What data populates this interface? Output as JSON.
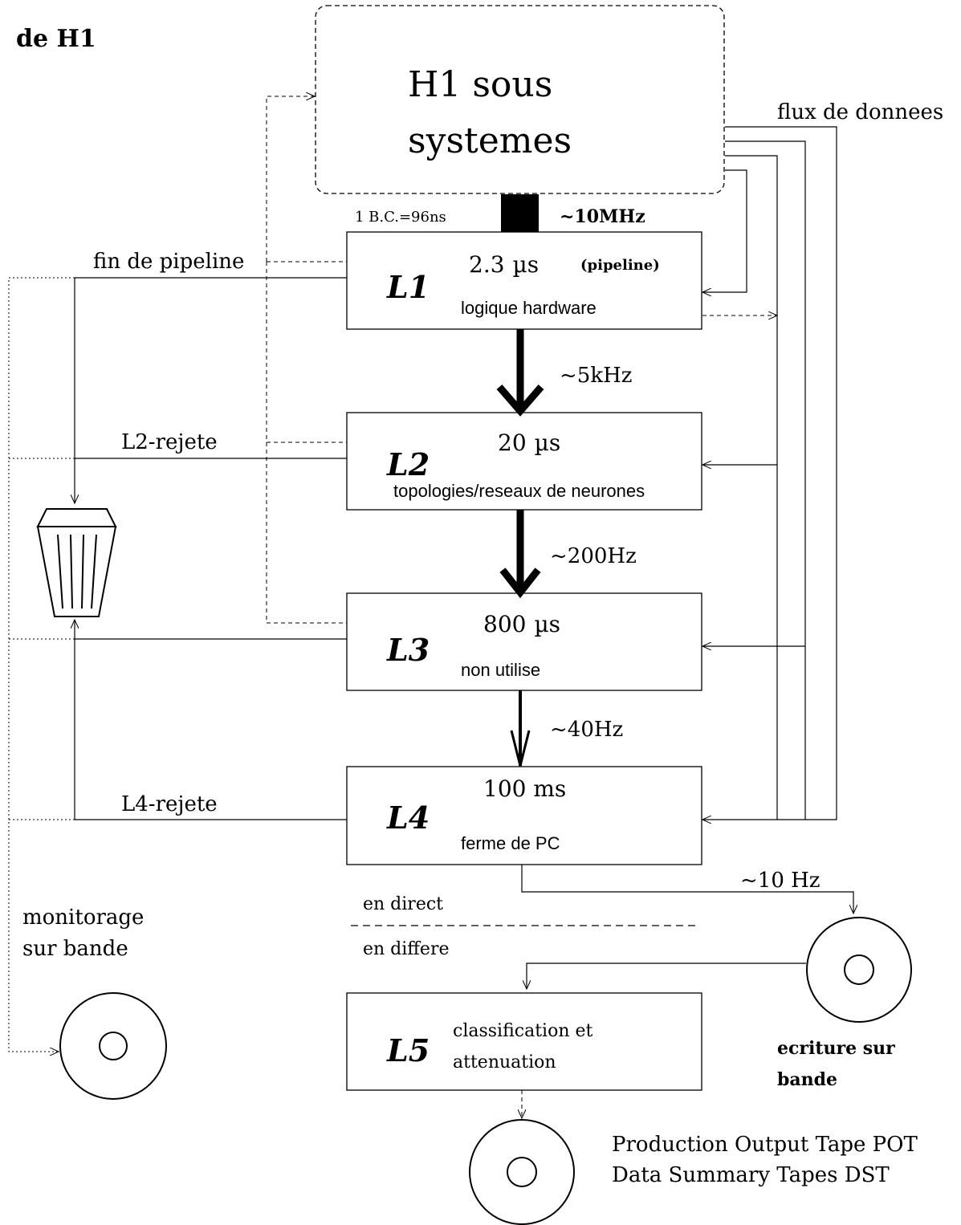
{
  "title": "de H1",
  "subsystems": {
    "line1": "H1 sous",
    "line2": "systemes"
  },
  "data_flow_label": "flux de donnees",
  "bunch_crossing": "1 B.C.=96ns",
  "rates": {
    "input": "~10MHz",
    "l1_to_l2": "~5kHz",
    "l2_to_l3": "~200Hz",
    "l3_to_l4": "~40Hz",
    "l4_to_tape": "~10 Hz"
  },
  "levels": {
    "l1": {
      "name": "L1",
      "time_value": "2.3",
      "time_unit": "µs",
      "note": "(pipeline)",
      "desc": "logique hardware"
    },
    "l2": {
      "name": "L2",
      "time_value": "20",
      "time_unit": "µs",
      "desc": "topologies/reseaux de neurones"
    },
    "l3": {
      "name": "L3",
      "time_value": "800",
      "time_unit": "µs",
      "desc": "non utilise"
    },
    "l4": {
      "name": "L4",
      "time": "100 ms",
      "desc": "ferme de PC"
    },
    "l5": {
      "name": "L5",
      "desc_line1": "classification et",
      "desc_line2": "attenuation"
    }
  },
  "reject_labels": {
    "pipeline_end": "fin de pipeline",
    "l2": "L2-rejete",
    "l4": "L4-rejete"
  },
  "online_label": "en direct",
  "offline_label": "en differe",
  "monitoring": {
    "line1": "monitorage",
    "line2": "sur bande"
  },
  "tape_writing": {
    "line1": "ecriture sur",
    "line2": "bande"
  },
  "outputs": {
    "line1": "Production Output Tape POT",
    "line2": "Data Summary Tapes DST"
  }
}
